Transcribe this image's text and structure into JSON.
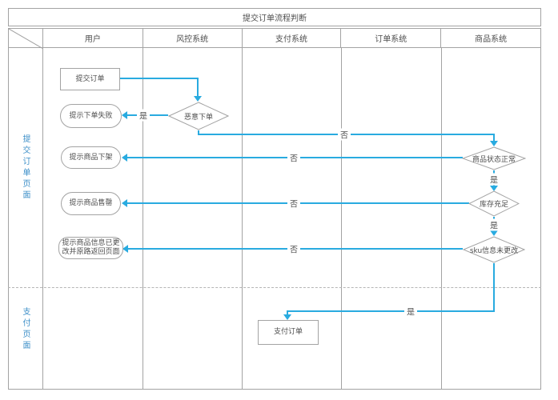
{
  "title": "提交订单流程判断",
  "columns": [
    "用户",
    "风控系统",
    "支付系统",
    "订单系统",
    "商品系统"
  ],
  "lanes": [
    "提交订单页面",
    "支付页面"
  ],
  "nodes": {
    "submit_order": "提交订单",
    "order_failed": "提示下单失败",
    "malicious_order": "恶意下单",
    "product_offshelf": "提示商品下架",
    "product_soldout": "提示商品售罄",
    "product_info_changed": "提示商品信息已更改并原路返回页面",
    "product_status_normal": "商品状态正常",
    "stock_sufficient": "库存充足",
    "sku_unchanged": "sku信息未更改",
    "pay_order": "支付订单"
  },
  "edge_labels": {
    "yes": "是",
    "no": "否"
  },
  "colors": {
    "arrow": "#29abe0",
    "lane_label": "#3d8fc8",
    "border": "#a3a3a3",
    "text": "#4d4d4d"
  }
}
